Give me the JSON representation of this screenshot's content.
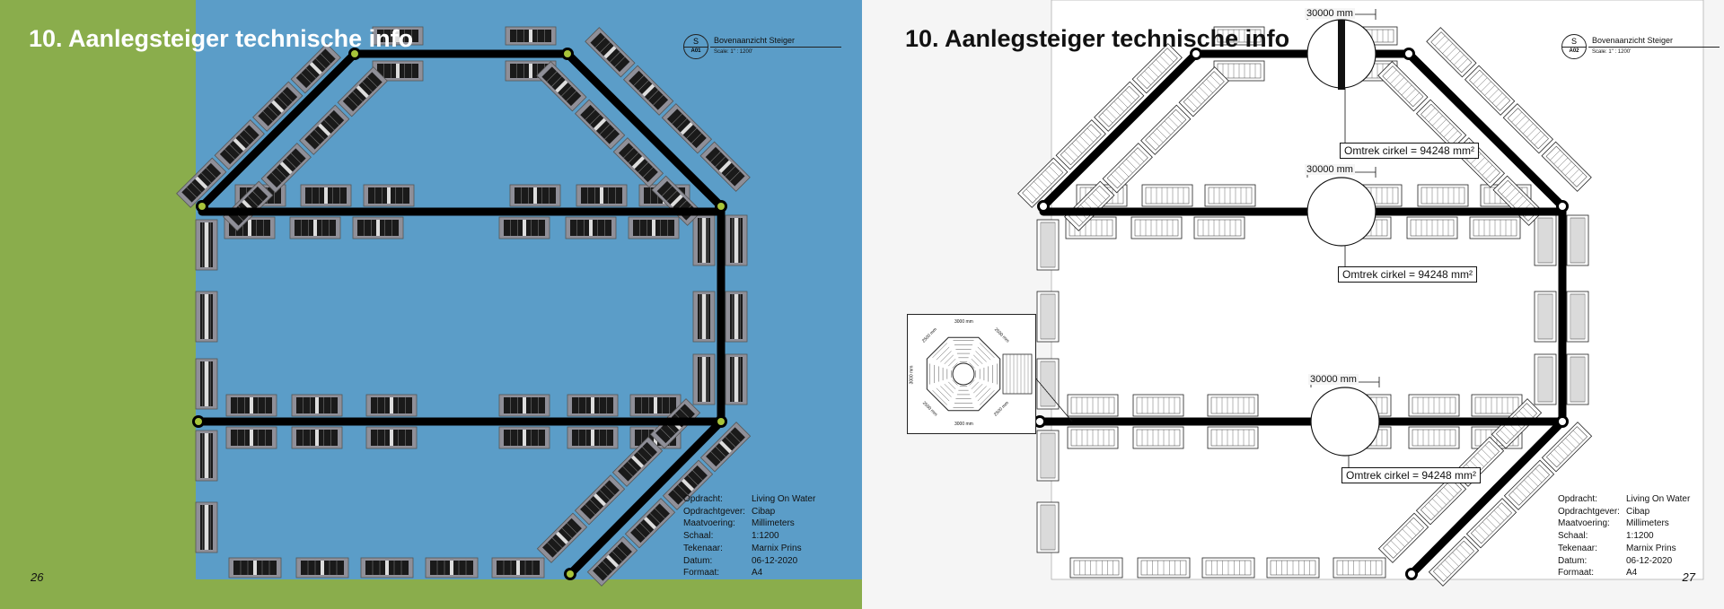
{
  "title": "10. Aanlegsteiger technische info",
  "left_page": {
    "page_number": "26",
    "view": {
      "symbol": "S",
      "sheet_id": "A01",
      "name": "Bovenaanzicht Steiger",
      "scale": "Scale: 1\" : 1200'"
    },
    "colors": {
      "background": "#8aad4c",
      "water": "#5b9dc8",
      "walkway": "#000000",
      "node": "#a8c43a"
    }
  },
  "right_page": {
    "page_number": "27",
    "view": {
      "symbol": "S",
      "sheet_id": "A02",
      "name": "Bovenaanzicht Steiger",
      "scale": "Scale: 1\" : 1200'"
    },
    "dimensions": [
      {
        "label": "30000 mm",
        "annotation": "Omtrek cirkel = 94248 mm²"
      },
      {
        "label": "30000 mm",
        "annotation": "Omtrek cirkel = 94248 mm²"
      },
      {
        "label": "30000 mm",
        "annotation": "Omtrek cirkel = 94248 mm²"
      }
    ],
    "detail_inset": {
      "top": "3000 mm",
      "bottom": "3000 mm",
      "left": "3000 mm",
      "diag_tl": "2500 mm",
      "diag_tr": "2500 mm",
      "diag_bl": "2500 mm",
      "diag_br": "2500 mm"
    }
  },
  "info_table": [
    {
      "key": "Opdracht:",
      "value": "Living On Water"
    },
    {
      "key": "Opdrachtgever:",
      "value": "Cibap"
    },
    {
      "key": "Maatvoering:",
      "value": "Millimeters"
    },
    {
      "key": "Schaal:",
      "value": "1:1200"
    },
    {
      "key": "Tekenaar:",
      "value": "Marnix Prins"
    },
    {
      "key": "Datum:",
      "value": "06-12-2020"
    },
    {
      "key": "Formaat:",
      "value": "A4"
    }
  ]
}
